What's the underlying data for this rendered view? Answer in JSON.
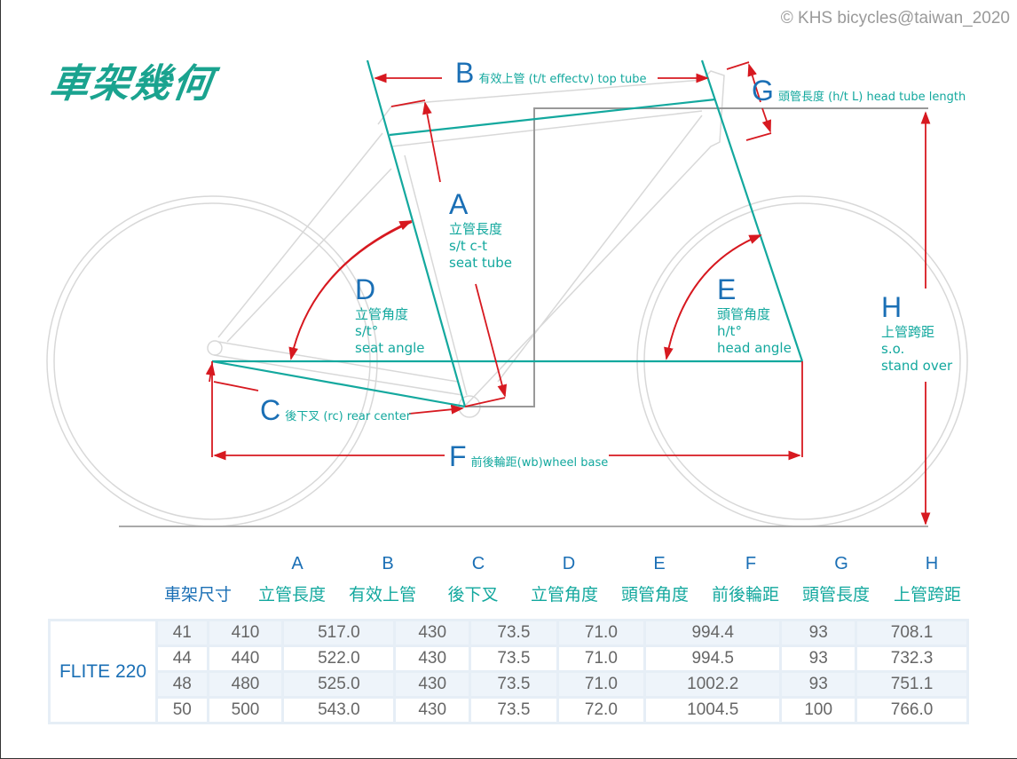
{
  "copyright": "© KHS bicycles@taiwan_2020",
  "title": "車架幾何",
  "colors": {
    "teal": "#13a89e",
    "blue": "#1a6fb5",
    "red": "#d71920",
    "title": "#1aa38f"
  },
  "labels": {
    "A": {
      "letter": "A",
      "lines": [
        "立管長度",
        "s/t c-t",
        "seat tube"
      ]
    },
    "B": {
      "letter": "B",
      "text": "有效上管 (t/t effectv) top tube"
    },
    "C": {
      "letter": "C",
      "text": "後下叉 (rc) rear  center"
    },
    "D": {
      "letter": "D",
      "lines": [
        "立管角度",
        "s/t°",
        "seat angle"
      ]
    },
    "E": {
      "letter": "E",
      "lines": [
        "頭管角度",
        "h/t°",
        "head angle"
      ]
    },
    "F": {
      "letter": "F",
      "text": "前後輪距(wb)wheel base"
    },
    "G": {
      "letter": "G",
      "text": "頭管長度 (h/t L) head tube length"
    },
    "H": {
      "letter": "H",
      "lines": [
        "上管跨距",
        "s.o.",
        "stand over"
      ]
    }
  },
  "table": {
    "header_letters": [
      "",
      "A",
      "B",
      "C",
      "D",
      "E",
      "F",
      "G",
      "H"
    ],
    "header_names": [
      "車架尺寸",
      "立管長度",
      "有效上管",
      "後下叉",
      "立管角度",
      "頭管角度",
      "前後輪距",
      "頭管長度",
      "上管跨距"
    ],
    "model": "FLITE  220",
    "rows": [
      [
        "41",
        "410",
        "517.0",
        "430",
        "73.5",
        "71.0",
        "994.4",
        "93",
        "708.1"
      ],
      [
        "44",
        "440",
        "522.0",
        "430",
        "73.5",
        "71.0",
        "994.5",
        "93",
        "732.3"
      ],
      [
        "48",
        "480",
        "525.0",
        "430",
        "73.5",
        "71.0",
        "1002.2",
        "93",
        "751.1"
      ],
      [
        "50",
        "500",
        "543.0",
        "430",
        "73.5",
        "72.0",
        "1004.5",
        "100",
        "766.0"
      ]
    ]
  }
}
